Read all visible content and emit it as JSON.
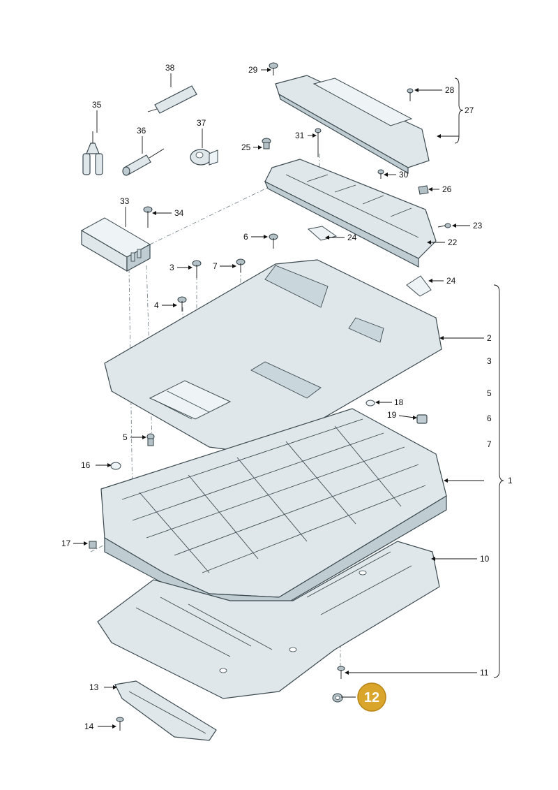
{
  "callouts": {
    "c1": "1",
    "c2": "2",
    "c3a": "3",
    "c3b": "3",
    "c4": "4",
    "c5a": "5",
    "c5b": "5",
    "c6a": "6",
    "c6b": "6",
    "c7a": "7",
    "c7b": "7",
    "c10": "10",
    "c11": "11",
    "c12": "12",
    "c13": "13",
    "c14": "14",
    "c16": "16",
    "c17": "17",
    "c18": "18",
    "c19": "19",
    "c22": "22",
    "c23": "23",
    "c24a": "24",
    "c24b": "24",
    "c25": "25",
    "c26": "26",
    "c27": "27",
    "c28": "28",
    "c29": "29",
    "c30": "30",
    "c31": "31",
    "c33": "33",
    "c34": "34",
    "c35": "35",
    "c36": "36",
    "c37": "37",
    "c38": "38"
  },
  "highlight": {
    "color": "#d9a62b"
  }
}
